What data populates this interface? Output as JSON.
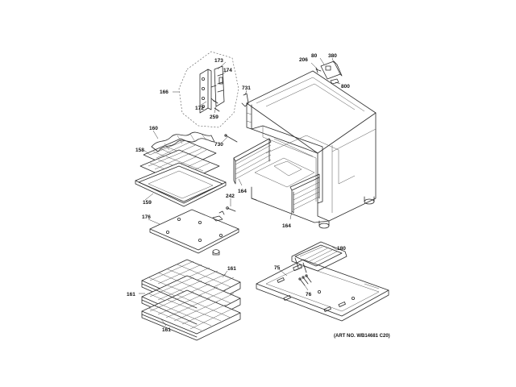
{
  "callouts": {
    "c166": "166",
    "c173": "173",
    "c174": "174",
    "c172": "172",
    "c259": "259",
    "c731": "731",
    "c730": "730",
    "c206": "206",
    "c80": "80",
    "c380": "380",
    "c800": "800",
    "c160": "160",
    "c158": "158",
    "c159": "159",
    "c242": "242",
    "c164a": "164",
    "c164b": "164",
    "c176": "176",
    "c161a": "161",
    "c161b": "161",
    "c161c": "161",
    "c180": "180",
    "c75": "75",
    "c76": "76"
  },
  "art_number": "(ART NO. WB14681 C20)"
}
